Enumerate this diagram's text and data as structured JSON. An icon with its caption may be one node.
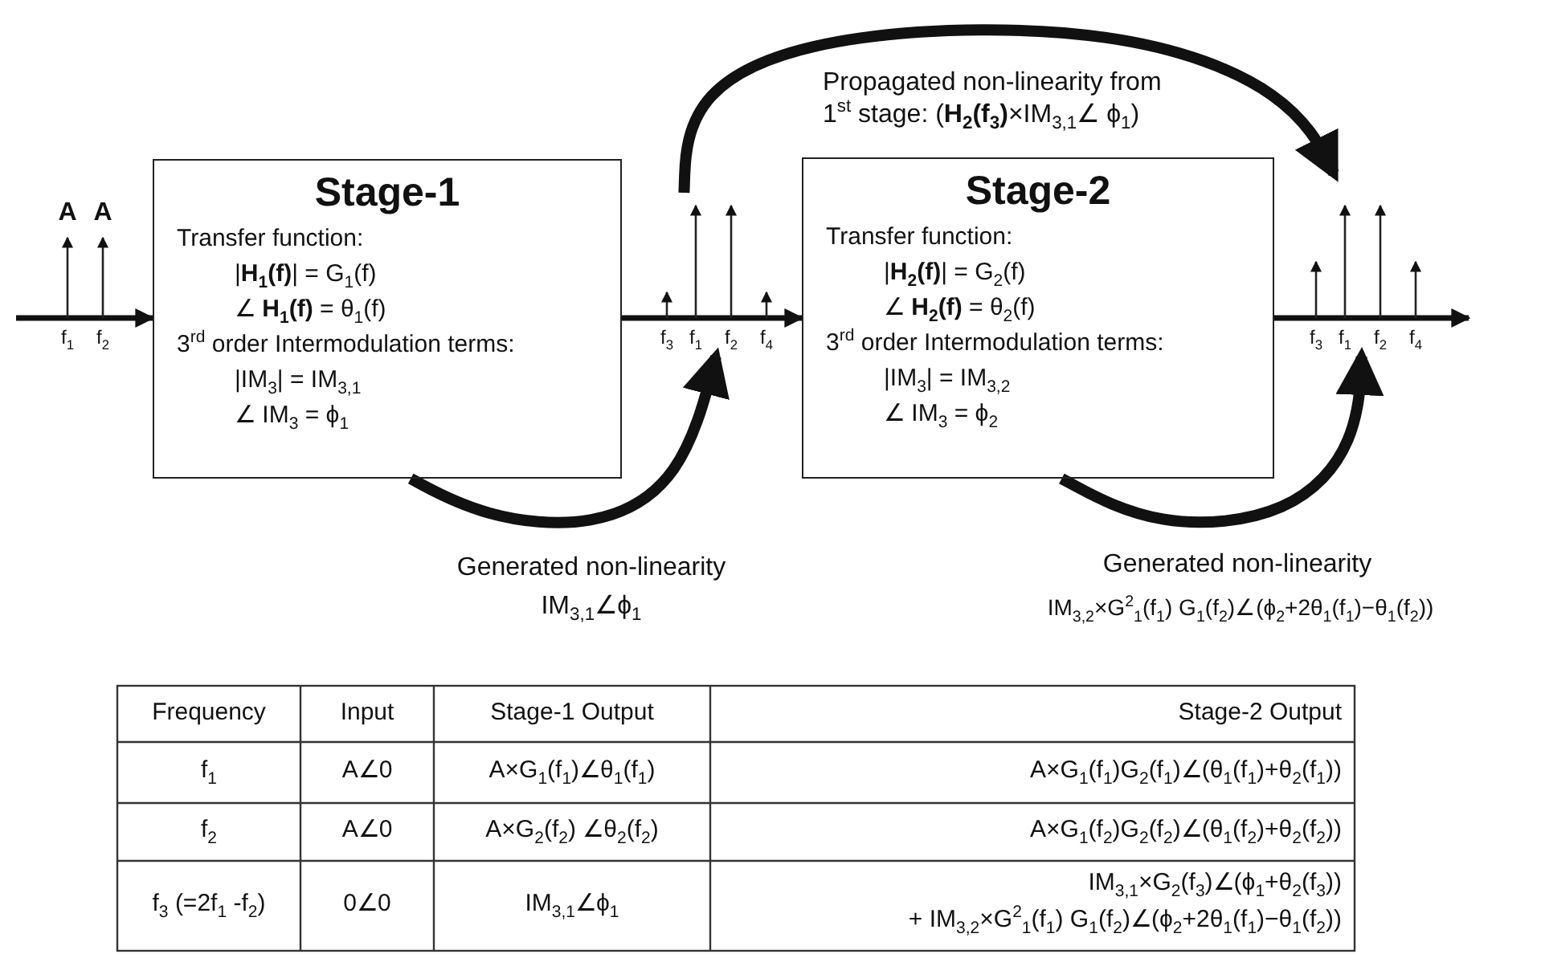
{
  "diagram": {
    "nodes": [
      {
        "text": [
          "Stage-1",
          "Transfer function:",
          "|**H$_{1}$(f)**| = G$_{1}$(f)",
          "∠ **H$_{1}$(f)** = θ$_{1}$(f)",
          "3$^{rd}$ order Intermodulation terms:",
          "|IM$_{3}$| = IM$_{3,1}$",
          "∠ IM$_{3}$ = ϕ$_{1}$"
        ]
      },
      {
        "text": [
          "Stage-2",
          "Transfer function:",
          "|**H$_{2}$(f)**| = G$_{2}$(f)",
          "∠ **H$_{2}$(f)** = θ$_{2}$(f)",
          "3$^{rd}$ order Intermodulation terms:",
          "|IM$_{3}$| = IM$_{3,2}$",
          "∠ IM$_{3}$ = ϕ$_{2}$"
        ]
      },
      {
        "text": [
          "A",
          "A",
          "f$_{1}$",
          "f$_{2}$"
        ]
      },
      {
        "text": [
          "f$_{3}$",
          "f$_{1}$",
          "f$_{2}$",
          "f$_{4}$"
        ]
      },
      {
        "text": [
          "f$_{3}$",
          "f$_{1}$",
          "f$_{2}$",
          "f$_{4}$"
        ]
      }
    ],
    "edges": [
      {
        "from": 2,
        "to": 0,
        "arrow": "to"
      },
      {
        "from": 0,
        "to": 3,
        "arrow": "none"
      },
      {
        "from": 3,
        "to": 1,
        "arrow": "to"
      },
      {
        "from": 1,
        "to": 4,
        "arrow": "none"
      },
      {
        "from": 4,
        "to": null,
        "arrow": "to"
      },
      {
        "from": 0,
        "to": 3,
        "arrow": "to",
        "style": "thick",
        "label": "Generated non-linearity"
      },
      {
        "from": 3,
        "to": 4,
        "arrow": "to",
        "style": "thick",
        "label": "Propagated non-linearity from 1$^{st}$ stage: (**H$_{2}$(f$_{3}$)**×IM$_{3,1}$∠ ϕ$_{1}$)"
      },
      {
        "from": 1,
        "to": 4,
        "arrow": "to",
        "style": "thick",
        "label": "Generated non-linearity"
      }
    ],
    "labels": [
      "IM$_{3,1}$∠ϕ$_{1}$",
      "IM$_{3,2}$×G$^{2}$$_{1}$(f$_{1}$) G$_{1}$(f$_{2}$)∠(ϕ$_{2}$+2θ$_{1}$(f$_{1}$)−θ$_{1}$(f$_{2}$))",
      "Frequency",
      "Input",
      "Stage-1 Output",
      "Stage-2 Output",
      "f$_{1}$",
      "A∠0",
      "A×G$_{1}$(f$_{1}$)∠θ$_{1}$(f$_{1}$)",
      "A×G$_{1}$(f$_{1}$)G$_{2}$(f$_{1}$)∠(θ$_{1}$(f$_{1}$)+θ$_{2}$(f$_{1}$))",
      "f$_{2}$",
      "A∠0",
      "A×G$_{2}$(f$_{2}$) ∠θ$_{2}$(f$_{2}$)",
      "A×G$_{1}$(f$_{2}$)G$_{2}$(f$_{2}$)∠(θ$_{1}$(f$_{2}$)+θ$_{2}$(f$_{2}$))",
      "f$_{3}$ (=2f$_{1}$ -f$_{2}$)",
      "0∠0",
      "IM$_{3,1}$∠ϕ$_{1}$",
      "IM$_{3,1}$×G$_{2}$(f$_{3}$)∠(ϕ$_{1}$+θ$_{2}$(f$_{3}$))",
      "+ IM$_{3,2}$×G$^{2}$$_{1}$(f$_{1}$) G$_{1}$(f$_{2}$)∠(ϕ$_{2}$+2θ$_{1}$(f$_{1}$)−θ$_{1}$(f$_{2}$))"
    ]
  }
}
